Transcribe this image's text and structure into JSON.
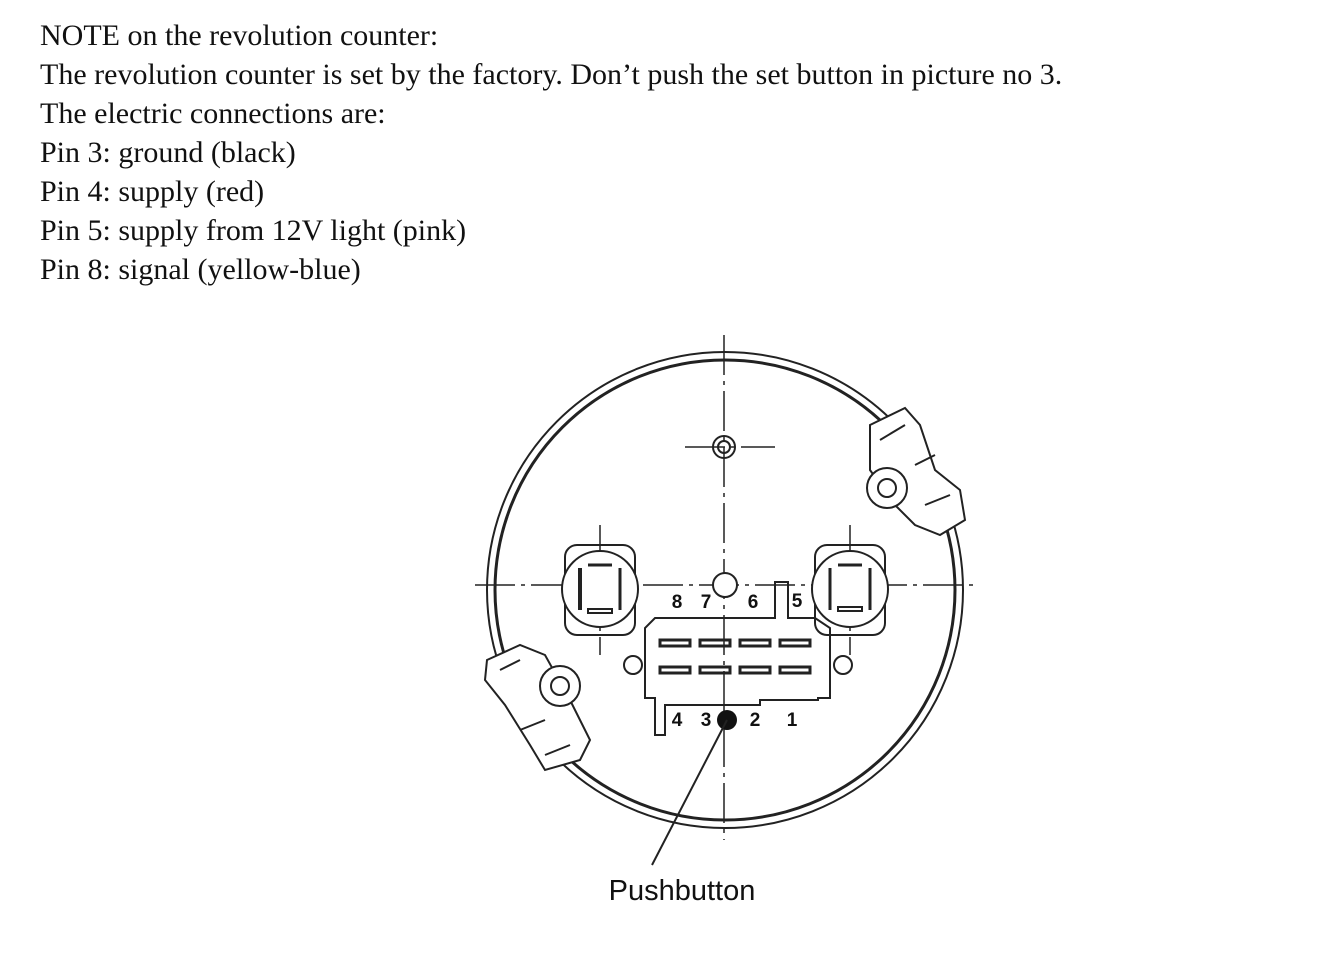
{
  "note": {
    "lines": [
      "NOTE on the revolution counter:",
      "The revolution counter is set by the factory. Don’t push the set button in picture no 3.",
      "The electric connections are:",
      "Pin 3: ground (black)",
      "Pin 4: supply (red)",
      "Pin 5: supply from 12V light (pink)",
      "Pin 8: signal (yellow-blue)"
    ]
  },
  "diagram": {
    "pins_top": [
      "8",
      "7",
      "6",
      "5"
    ],
    "pins_bottom": [
      "4",
      "3",
      "2",
      "1"
    ],
    "caption": "Pushbutton"
  }
}
